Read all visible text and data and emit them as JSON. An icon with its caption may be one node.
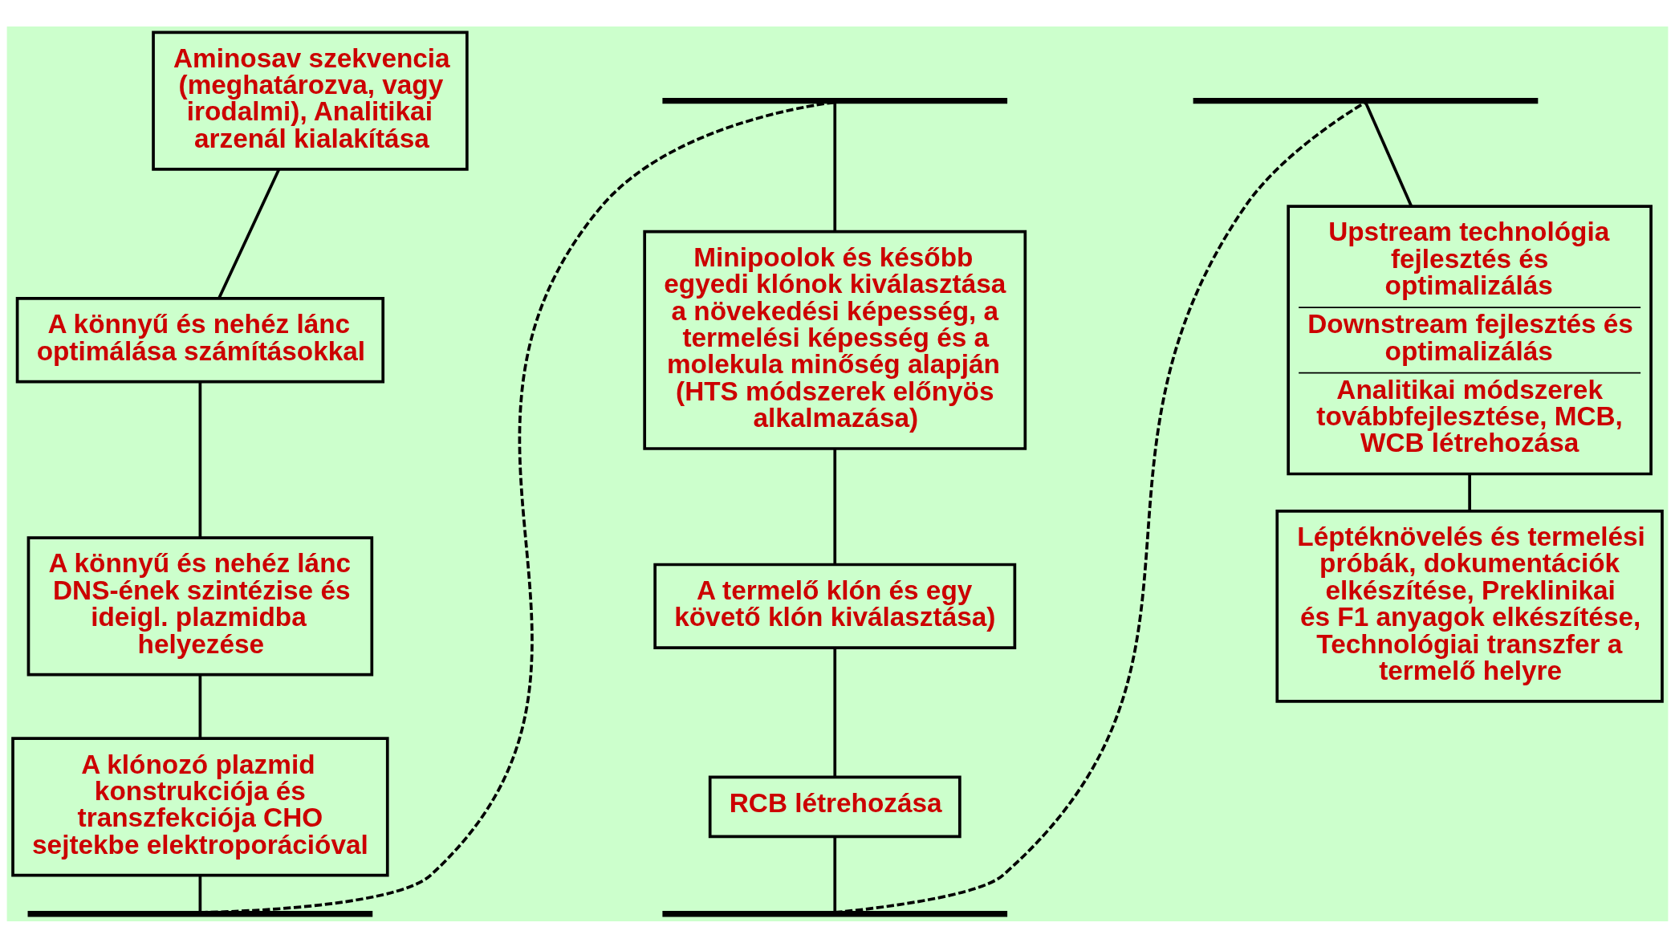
{
  "diagram": {
    "nodes": [
      {
        "text": [
          "Aminosav szekvencia (meghatározva, vagy irodalmi), Analitikai arzenál kialakítása"
        ]
      },
      {
        "text": [
          "A könnyű és nehéz lánc optimálása számításokkal"
        ]
      },
      {
        "text": [
          "A könnyű és nehéz lánc DNS-ének szintézise és ideigl. plazmidba helyezése"
        ]
      },
      {
        "text": [
          "A klónozó plazmid konstrukciója és transzfekciója CHO sejtekbe elektroporációval"
        ]
      },
      {
        "text": [],
        "shape": "bar"
      },
      {
        "text": [],
        "shape": "bar"
      },
      {
        "text": [
          "Minipoolok és később egyedi klónok kiválasztása a növekedési képesség, a termelési képesség és a molekula minőség alapján (HTS módszerek előnyös alkalmazása)"
        ]
      },
      {
        "text": [
          "A termelő klón és egy követő klón kiválasztása)"
        ]
      },
      {
        "text": [
          "RCB létrehozása"
        ]
      },
      {
        "text": [],
        "shape": "bar"
      },
      {
        "text": [],
        "shape": "bar"
      },
      {
        "text": [
          "Upstream technológia fejlesztés és optimalizálás",
          "Downstream fejlesztés és optimalizálás",
          "Analitikai módszerek továbbfejlesztése, MCB, WCB létrehozása"
        ]
      },
      {
        "text": [
          "Léptéknövelés és termelési próbák, dokumentációk elkészítése, Preklinikai és F1 anyagok elkészítése, Technológiai transzfer a termelő helyre"
        ]
      }
    ],
    "edges": [
      {
        "from": 0,
        "to": 1,
        "arrow": "none"
      },
      {
        "from": 1,
        "to": 2,
        "arrow": "none"
      },
      {
        "from": 2,
        "to": 3,
        "arrow": "none"
      },
      {
        "from": 3,
        "to": 4,
        "arrow": "none"
      },
      {
        "from": 4,
        "to": 5,
        "arrow": "none",
        "style": "dashed"
      },
      {
        "from": 5,
        "to": 6,
        "arrow": "none"
      },
      {
        "from": 6,
        "to": 7,
        "arrow": "none"
      },
      {
        "from": 7,
        "to": 8,
        "arrow": "none"
      },
      {
        "from": 8,
        "to": 9,
        "arrow": "none"
      },
      {
        "from": 9,
        "to": 10,
        "arrow": "none",
        "style": "dashed"
      },
      {
        "from": 10,
        "to": 11,
        "arrow": "none"
      },
      {
        "from": 11,
        "to": 12,
        "arrow": "none"
      }
    ]
  }
}
